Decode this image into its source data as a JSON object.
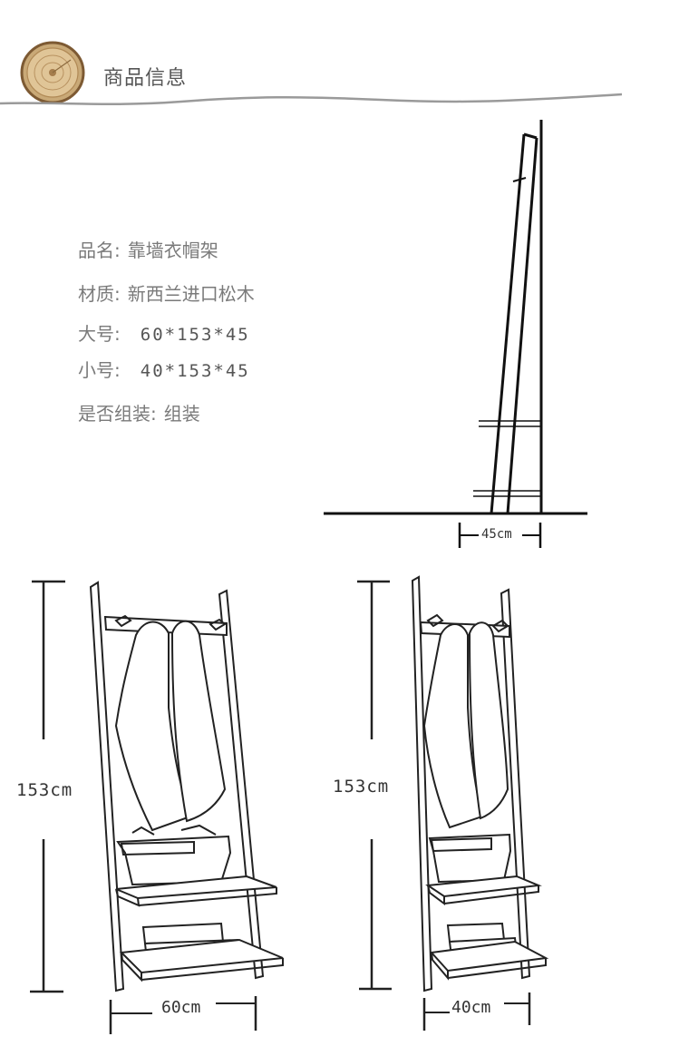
{
  "header": {
    "title": "商品信息",
    "logo_icon": "wood-slice-icon"
  },
  "info": [
    {
      "label": "品名:",
      "value": "靠墙衣帽架",
      "mono": false
    },
    {
      "label": "材质:",
      "value": "新西兰进口松木",
      "mono": false
    },
    {
      "label": "大号:",
      "value": "60*153*45",
      "mono": true
    },
    {
      "label": "小号:",
      "value": "40*153*45",
      "mono": true
    },
    {
      "label": "是否组装:",
      "value": "组装",
      "mono": false
    }
  ],
  "dimensions": {
    "depth": "45cm",
    "large_height": "153cm",
    "large_width": "60cm",
    "small_height": "153cm",
    "small_width": "40cm"
  }
}
